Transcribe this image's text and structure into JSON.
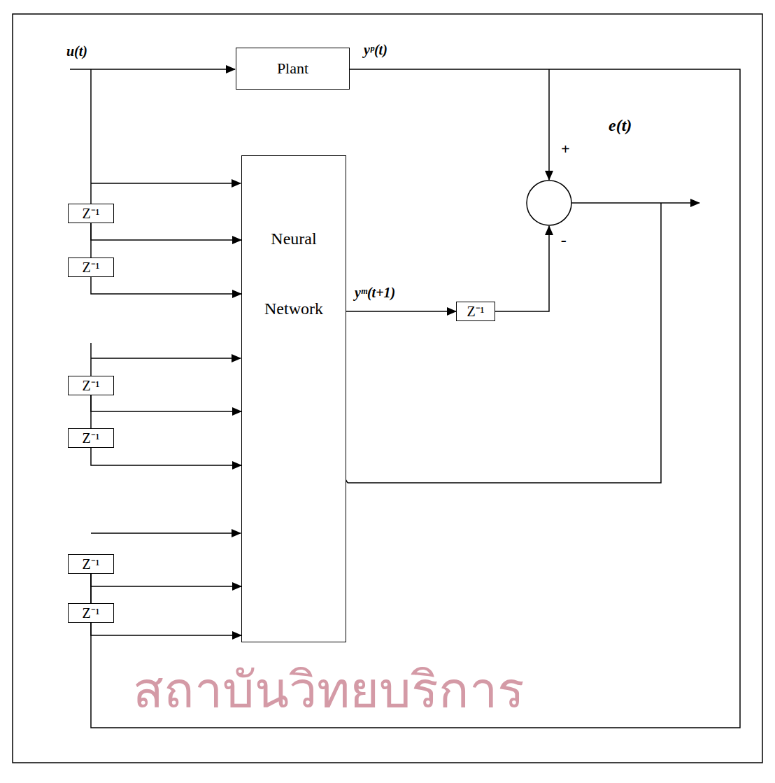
{
  "diagram": {
    "nodes": [
      {
        "text": [
          "Plant"
        ]
      },
      {
        "text": [
          "Neural Network"
        ]
      },
      {
        "text": [
          "Z⁻¹"
        ]
      },
      {
        "text": [
          "Z⁻¹"
        ]
      },
      {
        "text": [
          "Z⁻¹"
        ]
      },
      {
        "text": [
          "Z⁻¹"
        ]
      },
      {
        "text": [
          "Z⁻¹"
        ]
      },
      {
        "text": [
          "Z⁻¹"
        ]
      },
      {
        "text": [
          "Z⁻¹"
        ]
      }
    ],
    "edges": [
      {
        "from": 2,
        "to": 3,
        "arrow": "none"
      },
      {
        "from": 2,
        "to": 1,
        "arrow": "to"
      },
      {
        "from": 3,
        "to": 1,
        "arrow": "to"
      },
      {
        "from": 4,
        "to": 5,
        "arrow": "none"
      },
      {
        "from": 4,
        "to": 1,
        "arrow": "to"
      },
      {
        "from": 5,
        "to": 1,
        "arrow": "to"
      },
      {
        "from": 6,
        "to": 7,
        "arrow": "none"
      },
      {
        "from": 6,
        "to": 1,
        "arrow": "to"
      },
      {
        "from": 7,
        "to": 1,
        "arrow": "to"
      },
      {
        "from": 1,
        "to": 8,
        "label": "yᵐ(t+1)",
        "arrow": "to"
      }
    ],
    "labels": [
      "u(t)",
      "yᵖ(t)",
      "+",
      "-",
      "e(t)",
      "สถาบันวิทยบริการ"
    ]
  }
}
